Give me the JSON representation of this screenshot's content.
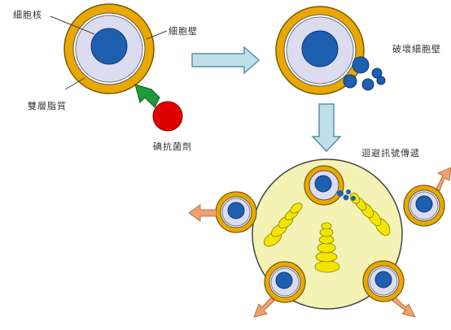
{
  "labels": {
    "nucleus": "細胞核",
    "cell_wall": "細胞壁",
    "lipid_bilayer": "雙層脂質",
    "antibacterial_agent": "碘抗菌劑",
    "destroy_cell_wall": "破壞細胞壁",
    "avoid_signal": "迴避訊號傳遞"
  },
  "colors": {
    "cell_wall_outer": "#e9a800",
    "cell_inner": "#dcdcf0",
    "nucleus": "#1e5fb0",
    "agent": "#e00000",
    "green_arrow": "#1f9a3a",
    "process_arrow_fill": "#bfe0e8",
    "process_arrow_stroke": "#5b8fa8",
    "colony_bg": "#f4f2b4",
    "yellow_blob": "#f2e600",
    "orange_arrow": "#f0a070",
    "debris": "#1e5fb0"
  }
}
